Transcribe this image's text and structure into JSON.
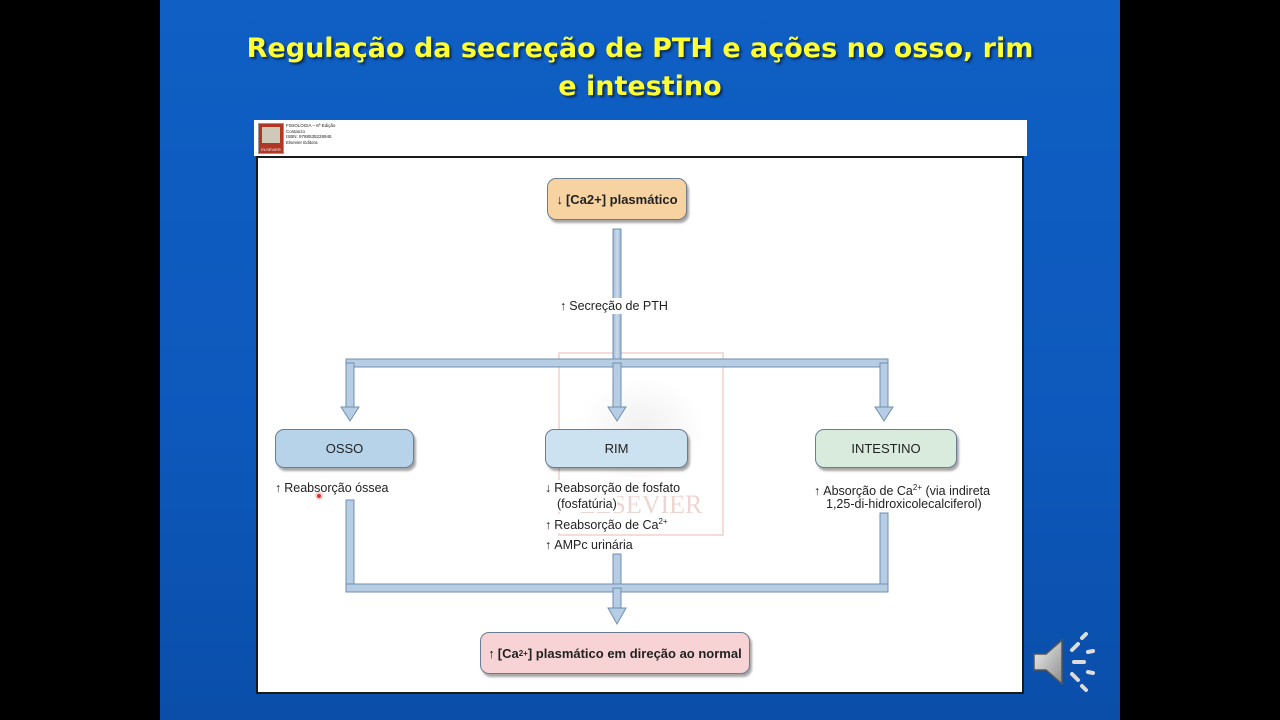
{
  "slide": {
    "title_line1": "Regulação da secreção de PTH e ações no osso, rim",
    "title_line2": "e intestino"
  },
  "header": {
    "book_lines": [
      "FISIOLOGIA – 6ª Edição",
      "Costanzo",
      "ISBN: 9788535228945",
      "Elsevier Editora"
    ],
    "brand": "ELSEVIER"
  },
  "diagram": {
    "top_box": "[Ca2+] plasmático",
    "secretion": "Secreção de PTH",
    "osso": {
      "label": "OSSO",
      "effect": "Reabsorção óssea"
    },
    "rim": {
      "label": "RIM",
      "effect1_line1": "Reabsorção de fosfato",
      "effect1_line2": "(fosfatúria)",
      "effect2_prefix": "Reabsorção de Ca",
      "effect2_sup": "2+",
      "effect3": "AMPc urinária"
    },
    "intestino": {
      "label": "INTESTINO",
      "effect_prefix": "Absorção de Ca",
      "effect_sup": "2+",
      "effect_suffix": " (via indireta",
      "effect_line2": "1,25-di-hidroxicolecalciferol)"
    },
    "bottom_box": {
      "prefix": "[Ca",
      "sup": "2+",
      "suffix": "] plasmático em direção ao normal"
    },
    "watermark": "ELSEVIER"
  },
  "icons": {
    "speaker": "speaker-icon"
  }
}
